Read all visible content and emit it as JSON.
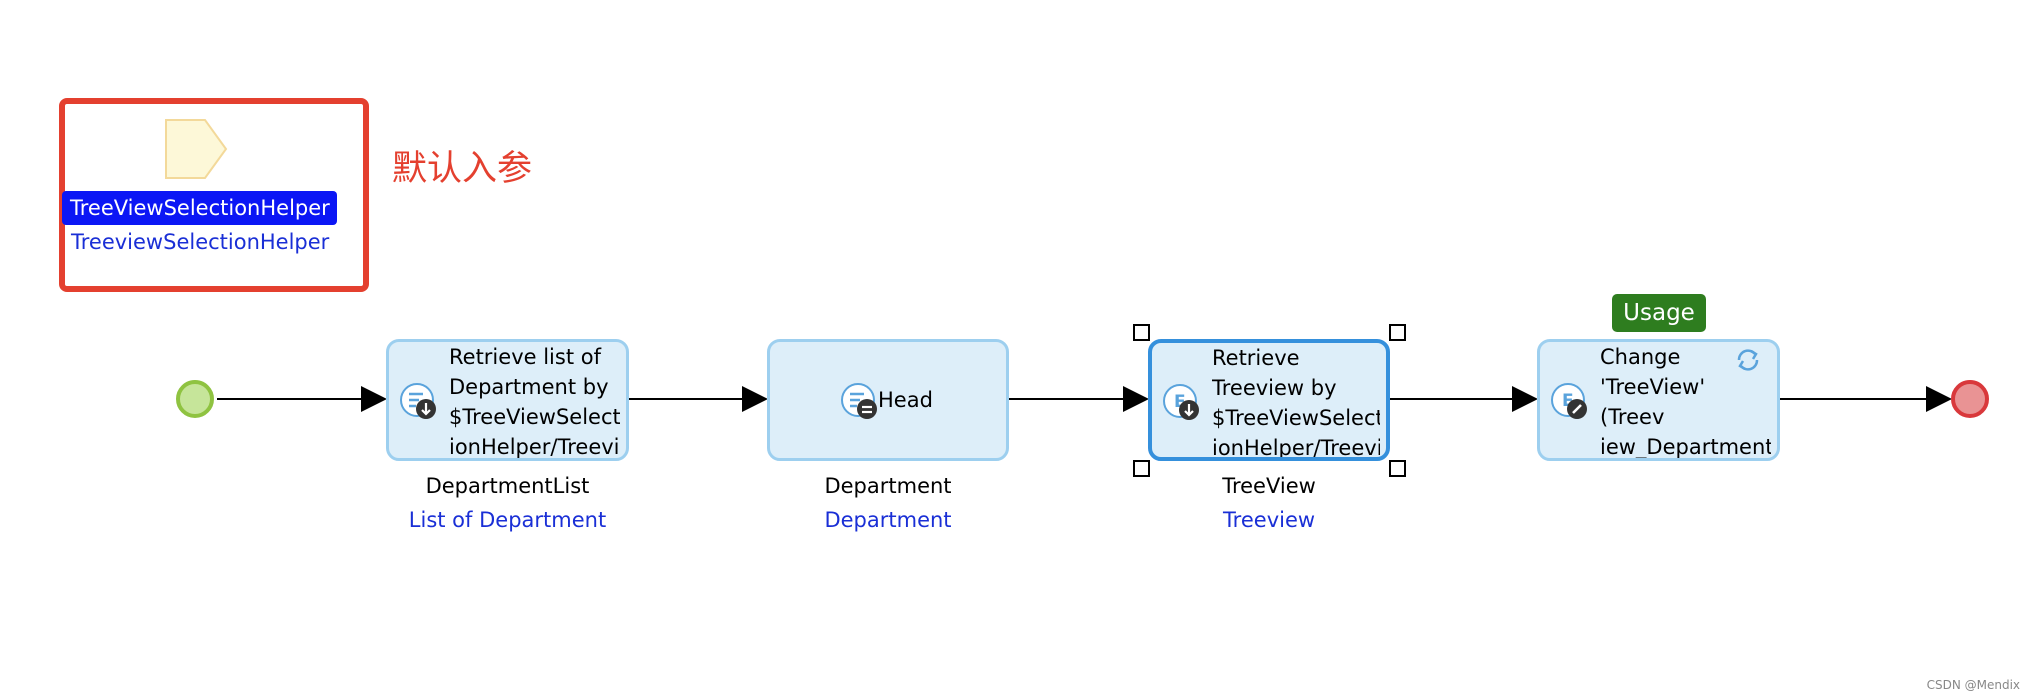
{
  "parameter": {
    "name": "TreeViewSelectionHelper",
    "type": "TreeviewSelectionHelper"
  },
  "annotation_label": "默认入参",
  "activities": [
    {
      "text": "Retrieve list of\nDepartment by\n$TreeViewSelect\nionHelper/Treevi",
      "caption": "DepartmentList",
      "caption_type": "List of Department"
    },
    {
      "text": "Head",
      "caption": "Department",
      "caption_type": "Department"
    },
    {
      "text": "Retrieve\nTreeview by\n$TreeViewSelect\nionHelper/Treevi",
      "caption": "TreeView",
      "caption_type": "Treeview"
    },
    {
      "text": "Change\n'TreeView' (Treev\niew_Department\n_Selected)"
    }
  ],
  "usage_badge": "Usage",
  "watermark": "CSDN @Mendix",
  "colors": {
    "annotation": "#e4402f",
    "param_highlight": "#0b16f5",
    "type_text": "#1a2fd6",
    "activity_fill": "#ddeef9",
    "activity_border": "#9dcfef",
    "selected_border": "#3590dc",
    "usage_badge": "#2e7d1f",
    "start_event": "#c6e59a",
    "end_event": "#e99394"
  }
}
